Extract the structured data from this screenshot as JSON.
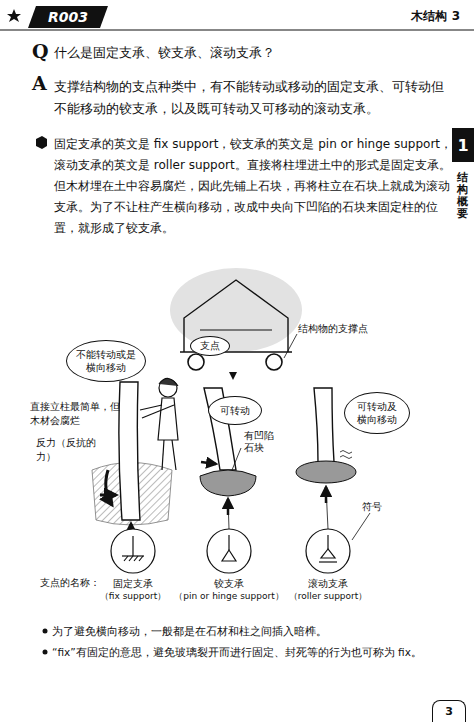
{
  "diagram": {
    "nodes": [
      {
        "text": [
          "R003"
        ]
      },
      {
        "text": [
          "1"
        ]
      },
      {
        "text": [
          "支点"
        ]
      },
      {
        "text": [
          "不能转动或是横向移动"
        ]
      },
      {
        "text": [
          "可转动"
        ]
      },
      {
        "text": [
          "可转动及横向移动"
        ]
      },
      {
        "text": [
          "3"
        ]
      }
    ],
    "edges": [],
    "labels": [
      "木结构 3",
      "结构概要",
      "Q",
      "什么是固定支承、铰支承、滚动支承？",
      "A",
      "支撑结构物的支点种类中，有不能转动或移动的固定支承、可转动但不能移动的铰支承，以及既可转动又可移动的滚动支承。",
      "固定支承的英文是 fix support，铰支承的英文是 pin or hinge support，滚动支承的英文是 roller support。直接将柱埋进土中的形式是固定支承。但木材埋在土中容易腐烂，因此先铺上石块，再将柱立在石块上就成为滚动支承。为了不让柱产生横向移动，改成中央向下凹陷的石块来固定柱的位置，就形成了铰支承。",
      "结构物的支撑点",
      "直接立柱最简单，但木材会腐烂",
      "反力（反抗的力）",
      "有凹陷石块",
      "符号",
      "支点的名称：",
      "固定支承",
      "（fix support）",
      "铰支承",
      "（pin or hinge support）",
      "滚动支承",
      "（roller support）",
      "为了避免横向移动，一般都是在石材和柱之间插入暗榫。",
      "“fix”有固定的意思，避免玻璃裂开而进行固定、封死等的行为也可称为 fix。"
    ]
  }
}
